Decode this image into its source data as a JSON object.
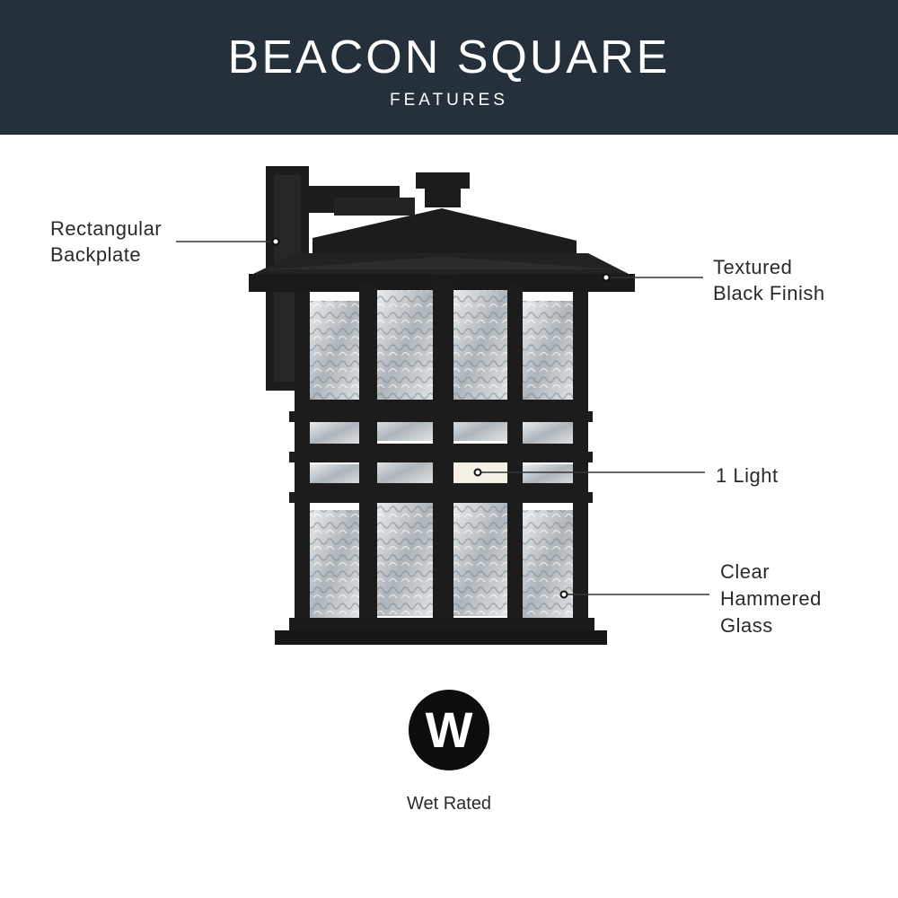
{
  "header": {
    "title": "BEACON SQUARE",
    "subtitle": "FEATURES"
  },
  "callouts": {
    "backplate": [
      "Rectangular",
      "Backplate"
    ],
    "finish": [
      "Textured",
      "Black Finish"
    ],
    "light": [
      "1 Light"
    ],
    "glass": [
      "Clear",
      "Hammered",
      "Glass"
    ]
  },
  "badge": {
    "letter": "W",
    "caption": "Wet Rated"
  },
  "colors": {
    "header_bg": "#25303a",
    "fixture": "#1c1c1c",
    "glass": "#cfd3d6",
    "badge": "#0d0d0d"
  }
}
